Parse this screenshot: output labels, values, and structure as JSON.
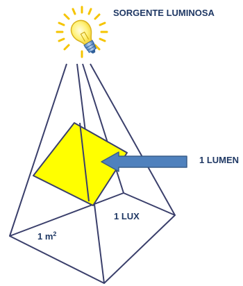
{
  "labels": {
    "source": "SORGENTE LUMINOSA",
    "lumen": "1 LUMEN",
    "lux": "1 LUX",
    "area_base": "1 m",
    "area_exp": "2"
  },
  "colors": {
    "pyramid_edges": "#3a3f6b",
    "yellow_square": "#ffff00",
    "arrow_fill": "#4f81bd",
    "arrow_stroke": "#385d8a",
    "text": "#1f3864"
  },
  "icons": {
    "light_source": "lightbulb-icon"
  }
}
